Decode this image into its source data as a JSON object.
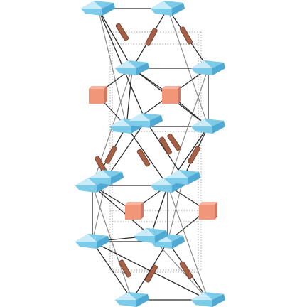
{
  "colors": {
    "background": "#ffffff",
    "octahedron": "#7ccbe9",
    "octahedron_light": "#c9ecf8",
    "octahedron_dark": "#4fa9d2",
    "cube_front": "#f2967a",
    "cube_side": "#d27660",
    "cube_top": "#f7b49f",
    "rod": "#a66048",
    "rod_dark": "#6f3b28",
    "bond_dark": "#2b2b2b",
    "bond_gray": "#8c8c8c",
    "cell_edge": "#9a9a9a"
  },
  "structure": {
    "octahedra_count": 16,
    "cubes_count": 4,
    "rods_count": 12
  }
}
